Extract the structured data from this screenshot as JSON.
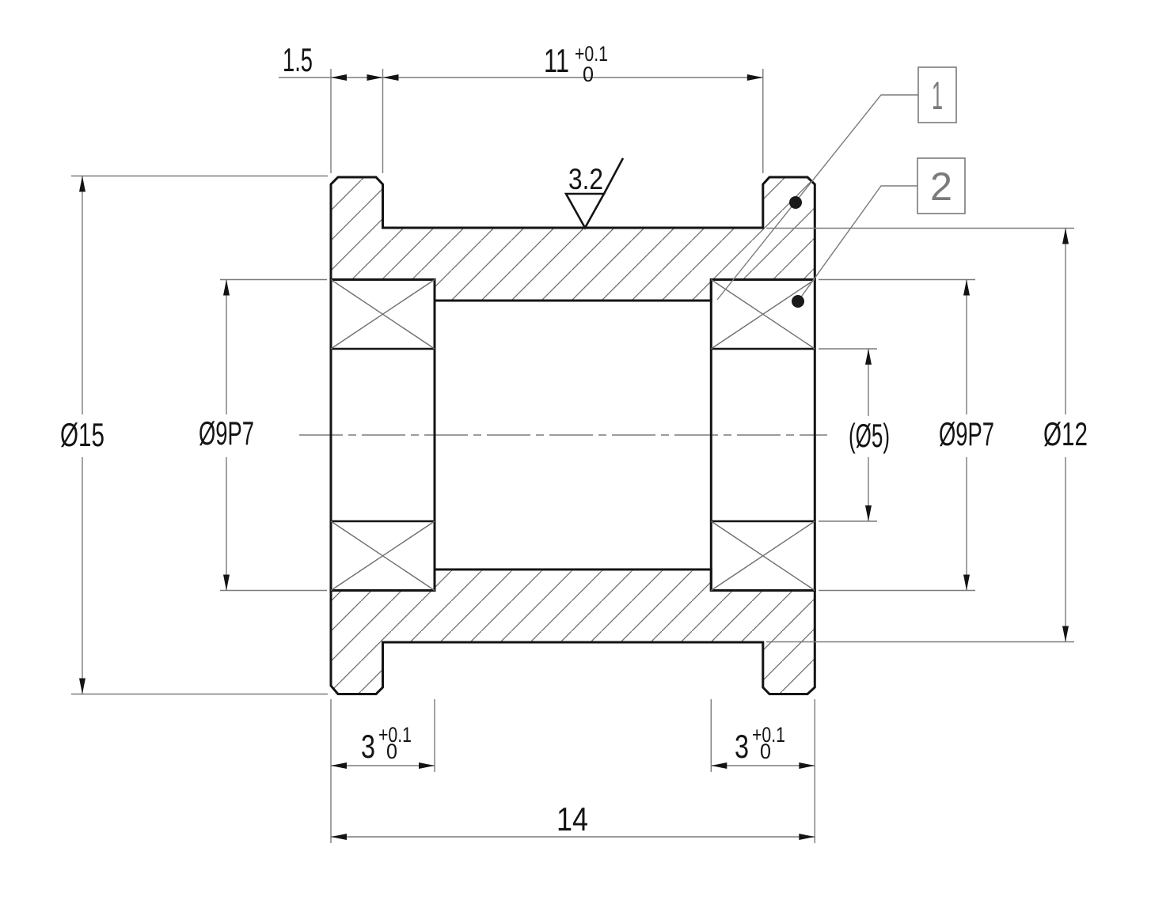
{
  "drawing": {
    "type": "engineering-cross-section",
    "part": "idler pulley with two rolling bearings",
    "dimensions": {
      "flange_width": "1.5",
      "groove_width": "11",
      "groove_width_tol_upper": "+0.1",
      "groove_width_tol_lower": "0",
      "outer_diameter": "Ø15",
      "bearing_seat_left": "Ø9P7",
      "shaft_bore_ref": "(Ø5)",
      "bearing_seat_right": "Ø9P7",
      "groove_diameter": "Ø12",
      "bearing_width_left": "3",
      "bearing_width_left_tol_upper": "+0.1",
      "bearing_width_left_tol_lower": "0",
      "bearing_width_right": "3",
      "bearing_width_right_tol_upper": "+0.1",
      "bearing_width_right_tol_lower": "0",
      "overall_length": "14"
    },
    "surface_finish": {
      "roughness": "3.2"
    },
    "balloons": [
      {
        "label": "1"
      },
      {
        "label": "2"
      }
    ],
    "colors": {
      "outline": "#141414",
      "thin_lines": "#7b7b7b",
      "hatch": "#6e6e6e",
      "background": "#ffffff"
    }
  }
}
